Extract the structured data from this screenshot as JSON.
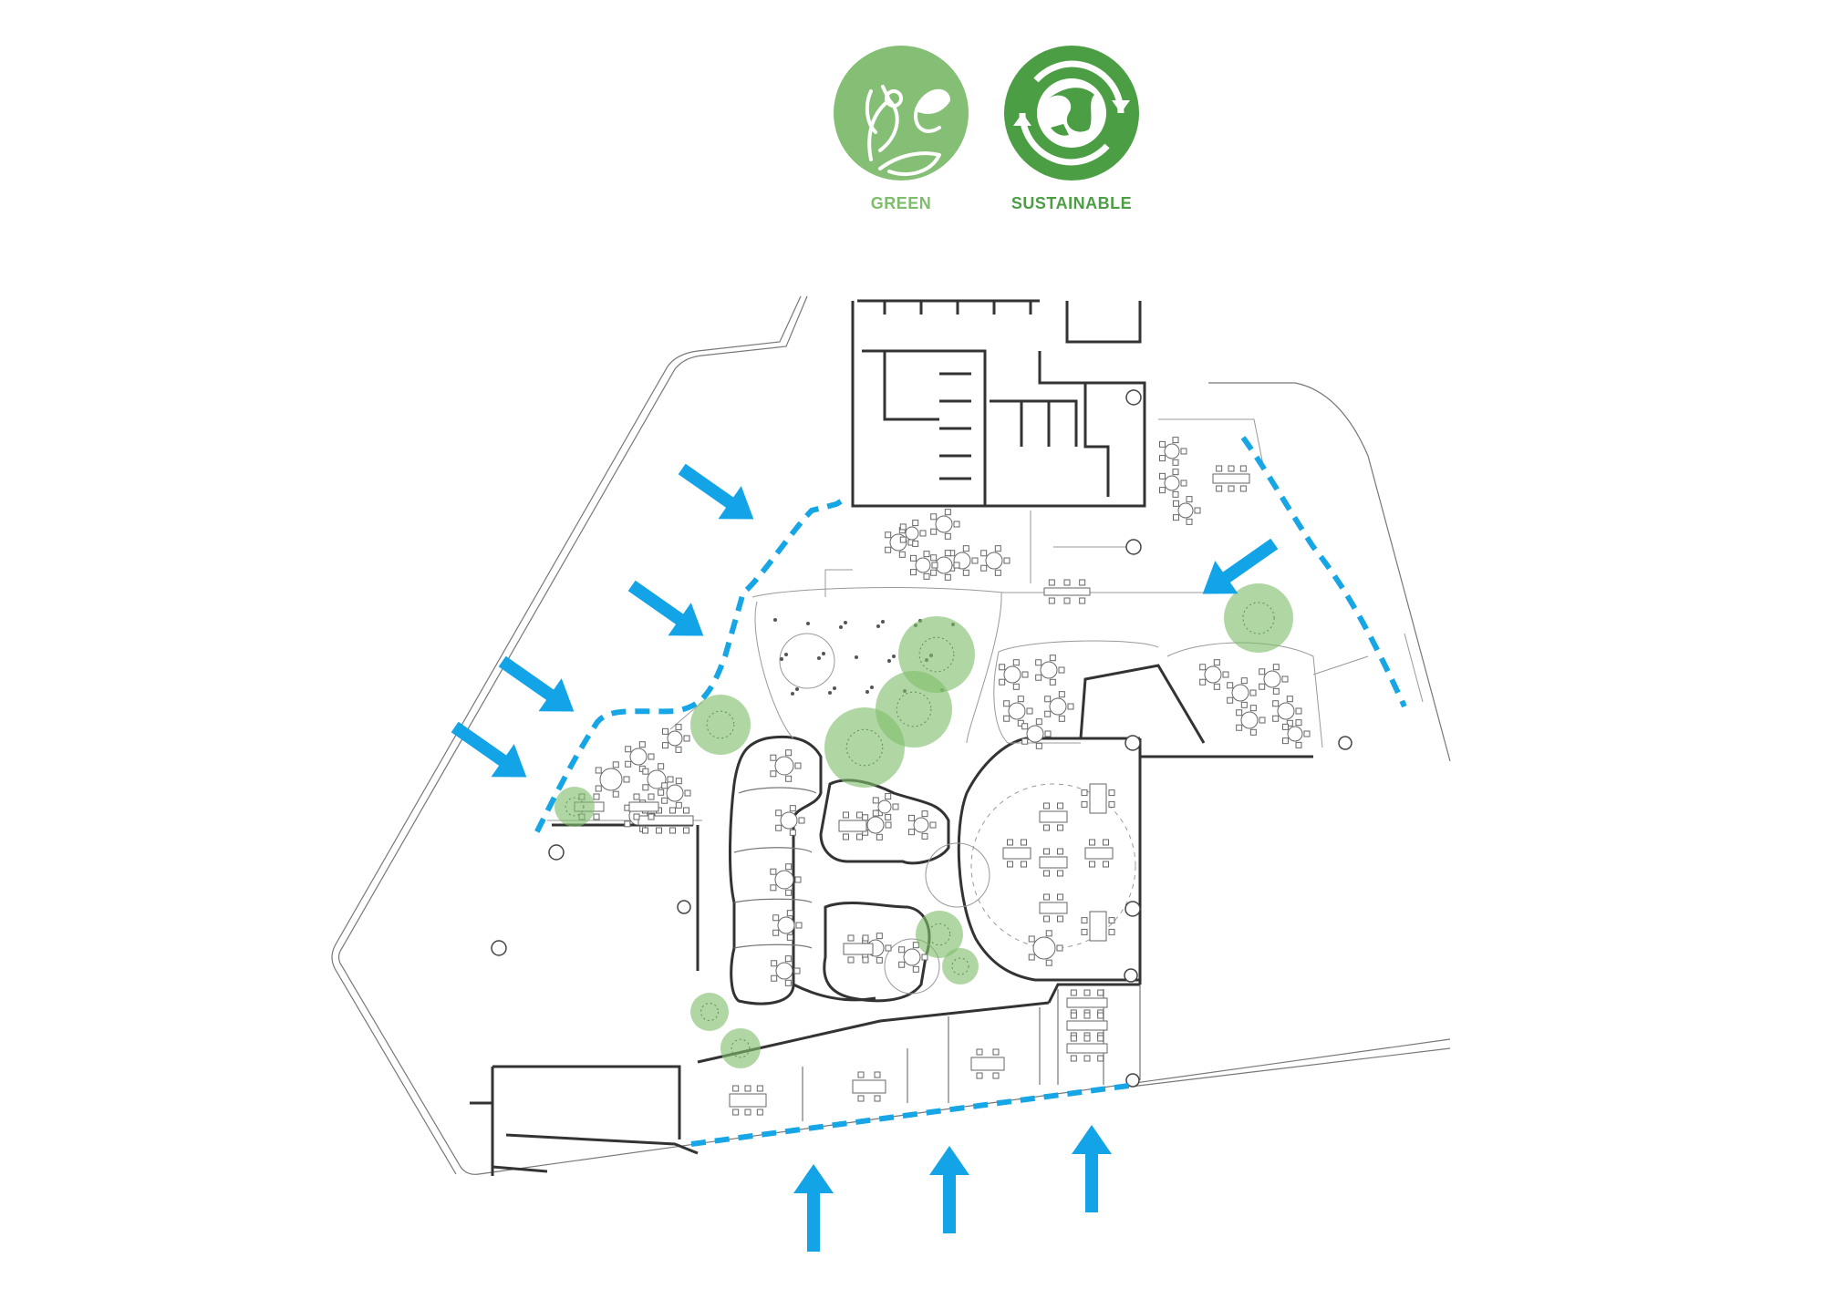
{
  "badges": [
    {
      "id": "green",
      "label": "GREEN",
      "color": "#85bf75",
      "label_color": "#7dbd6c",
      "icon": "plant-butterfly-icon"
    },
    {
      "id": "sustainable",
      "label": "SUSTAINABLE",
      "color": "#4c9e45",
      "label_color": "#4c9e45",
      "icon": "recycle-globe-icon"
    }
  ],
  "colors": {
    "arrow": "#13a4e8",
    "boundary": "#16a6e6",
    "tree": "#7fbf6a",
    "wall": "#333333",
    "line": "#777777"
  },
  "arrows": [
    {
      "direction": "south-east",
      "count": 4
    },
    {
      "direction": "south-west",
      "count": 1
    },
    {
      "direction": "north",
      "count": 3
    }
  ]
}
